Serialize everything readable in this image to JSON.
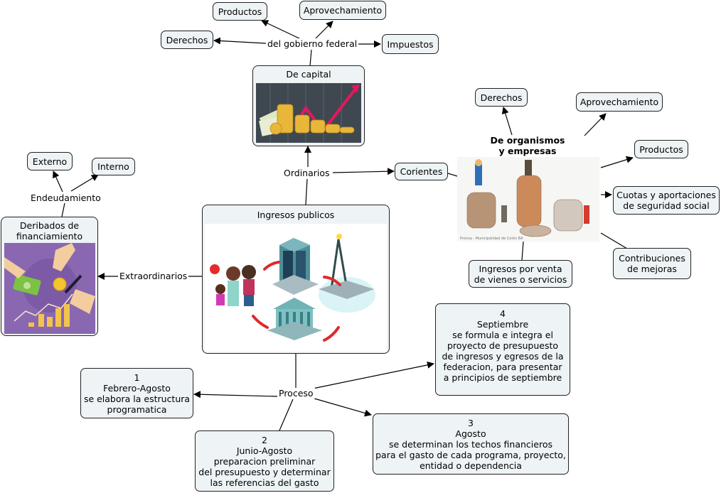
{
  "diagram": {
    "root": "Ingresos publicos",
    "nodes": {
      "productos_fed": "Productos",
      "aprovechamiento_fed": "Aprovechamiento",
      "derechos_fed": "Derechos",
      "impuestos_fed": "Impuestos",
      "de_capital": "De capital",
      "externo": "Externo",
      "interno": "Interno",
      "deribados": "Deribados de\nfinanciamiento",
      "corientes": "Corientes",
      "derechos_org": "Derechos",
      "aprovechamiento_org": "Aprovechamiento",
      "productos_org": "Productos",
      "organismos_title": "De organismos\ny empresas",
      "cuotas": "Cuotas y aportaciones\nde seguridad social",
      "contribuciones": "Contribuciones\nde mejoras",
      "ingresos_venta": "Ingresos por venta\nde vienes o servicios",
      "ingresos_publicos": "Ingresos publicos",
      "paso1": "1\nFebrero-Agosto\nse elabora la estructura\nprogramatica",
      "paso2": "2\nJunio-Agosto\npreparacion preliminar\ndel presupuesto y determinar\nlas referencias del gasto",
      "paso3": "3\nAgosto\nse determinan los techos financieros\npara el gasto de cada programa, proyecto,\nentidad o dependencia",
      "paso4": "4\nSeptiembre\nse formula e integra el\nproyecto de presupuesto\nde ingresos y egresos de la\nfederacion, para presentar\na principios de septiembre"
    },
    "link_labels": {
      "gobierno_federal": "del gobierno federal",
      "ordinarios": "Ordinarios",
      "endeudamiento": "Endeudamiento",
      "extraordinarios": "Extraordinarios",
      "proceso": "Proceso"
    },
    "image_caption": "Pronsa - Municipalidad de Colón BA"
  },
  "colors": {
    "node_fill": "#eef3f6",
    "node_border": "#222222",
    "line": "#000000"
  }
}
